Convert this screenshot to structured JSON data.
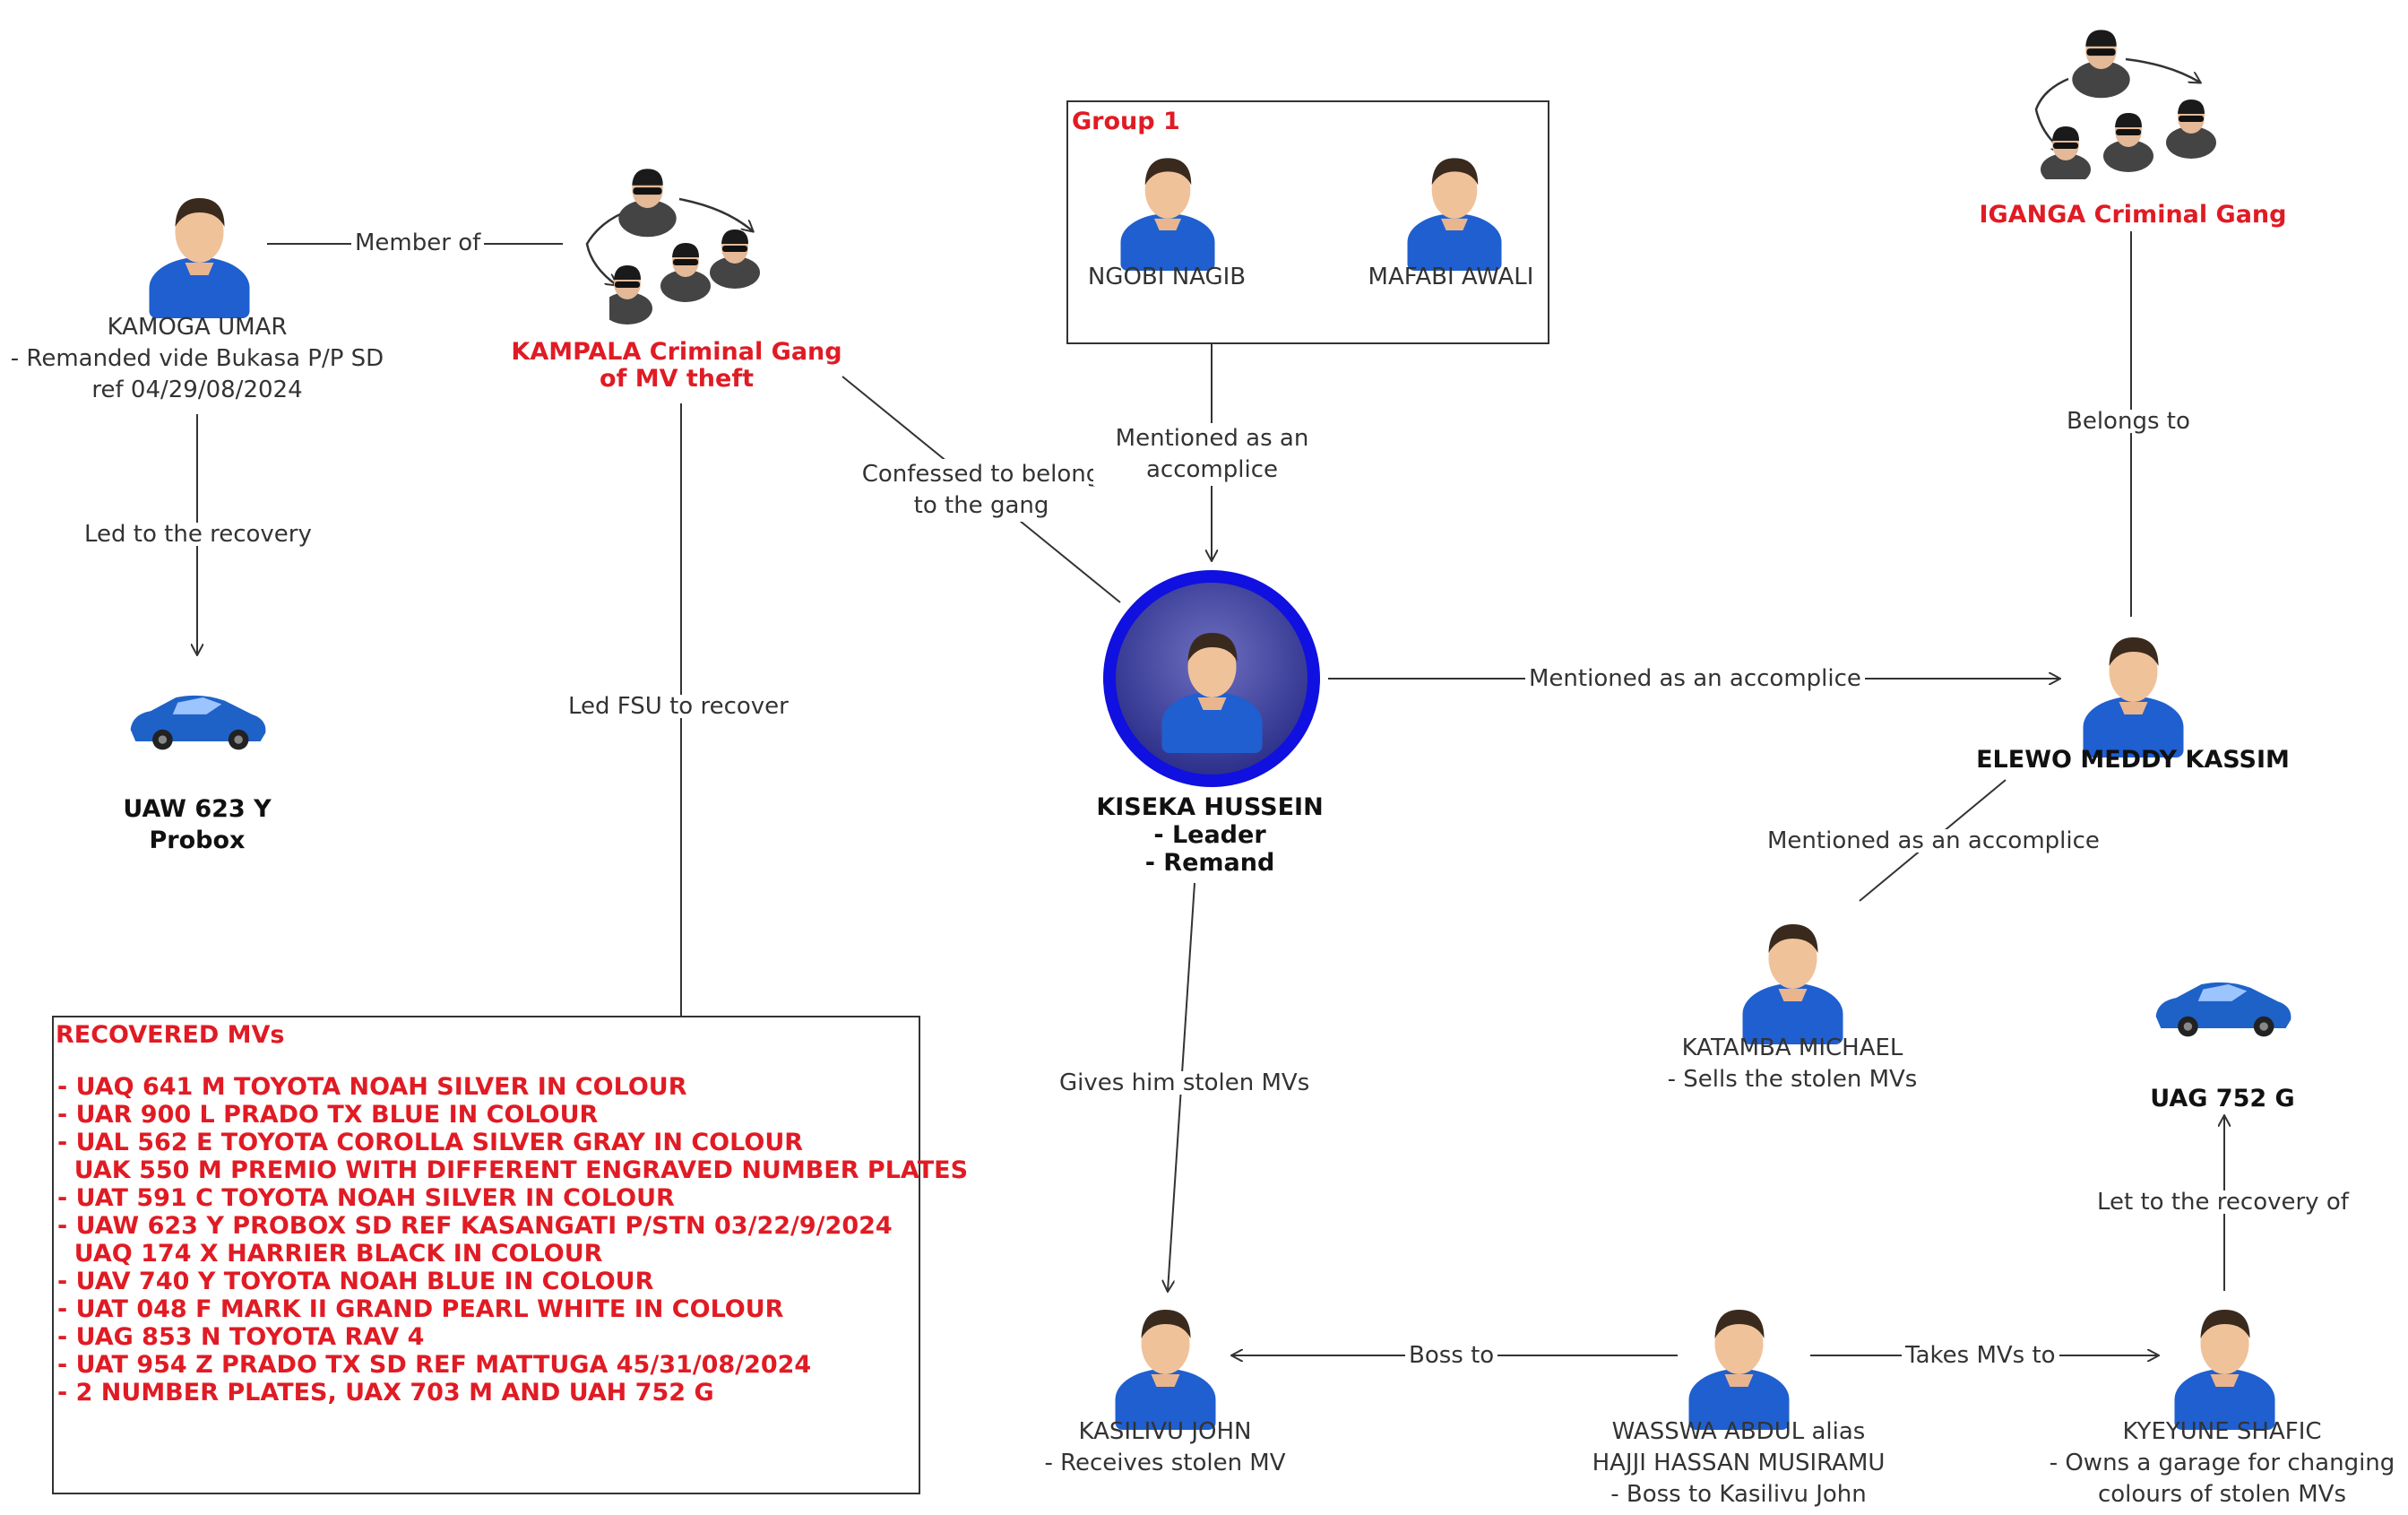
{
  "people": {
    "kamoga": {
      "name": "KAMOGA UMAR",
      "note1": "- Remanded vide Bukasa P/P SD",
      "note2": "ref 04/29/08/2024"
    },
    "ngobi": {
      "name": "NGOBI NAGIB"
    },
    "mafabi": {
      "name": "MAFABI AWALI"
    },
    "kiseka": {
      "name": "KISEKA HUSSEIN",
      "note1": "- Leader",
      "note2": "- Remand"
    },
    "elewo": {
      "name": "ELEWO MEDDY KASSIM"
    },
    "katamba": {
      "name": "KATAMBA MICHAEL",
      "note1": "- Sells the stolen MVs"
    },
    "kasilivu": {
      "name": "KASILIVU JOHN",
      "note1": "- Receives stolen MV"
    },
    "wasswa": {
      "name": "WASSWA ABDUL alias",
      "name2": "HAJJI HASSAN MUSIRAMU",
      "note1": "- Boss to Kasilivu John"
    },
    "kyeyune": {
      "name": "KYEYUNE SHAFIC",
      "note1": "- Owns a garage for changing",
      "note2": "colours of stolen  MVs"
    }
  },
  "gangs": {
    "kampala": {
      "line1": "KAMPALA Criminal Gang",
      "line2": "of  MV theft"
    },
    "iganga": {
      "line1": "IGANGA Criminal Gang"
    }
  },
  "group": {
    "title": "Group 1"
  },
  "vehicles": {
    "uaw": {
      "plate": "UAW 623 Y",
      "model": "Probox"
    },
    "uag": {
      "plate": "UAG 752 G"
    }
  },
  "edges": {
    "member_of": "Member of",
    "led_recovery": "Led to the recovery",
    "led_fsu": "Led FSU to recover",
    "confessed1": "Confessed to belong",
    "confessed2": "to the gang",
    "mentioned1": "Mentioned as an",
    "mentioned2": "accomplice",
    "mentioned_elewo": "Mentioned as an accomplice",
    "belongs_to": "Belongs to",
    "mentioned_katamba": "Mentioned as an accomplice",
    "gives_mvs": "Gives him stolen MVs",
    "boss_to": "Boss to",
    "takes_mvs": "Takes MVs to",
    "led_recovery_of": "Let to the recovery of"
  },
  "recovered": {
    "title": "RECOVERED MVs",
    "items": [
      "- UAQ 641 M TOYOTA NOAH SILVER IN COLOUR",
      "- UAR 900 L PRADO TX BLUE IN COLOUR",
      "- UAL 562 E TOYOTA COROLLA SILVER GRAY IN COLOUR",
      "  UAK 550 M PREMIO WITH DIFFERENT ENGRAVED NUMBER PLATES",
      "- UAT 591 C TOYOTA NOAH SILVER IN COLOUR",
      "- UAW 623 Y PROBOX SD REF KASANGATI P/STN 03/22/9/2024",
      "  UAQ 174 X HARRIER BLACK IN COLOUR",
      "- UAV 740 Y TOYOTA NOAH BLUE IN COLOUR",
      "- UAT 048 F MARK II GRAND PEARL WHITE IN COLOUR",
      "- UAG 853 N TOYOTA RAV 4",
      "- UAT 954 Z PRADO TX SD REF MATTUGA 45/31/08/2024",
      "- 2 NUMBER PLATES, UAX 703 M AND UAH 752 G"
    ]
  },
  "colors": {
    "accent_red": "#e01b24",
    "person_blue": "#1f5fd0",
    "hub_ring": "#1010e0"
  }
}
